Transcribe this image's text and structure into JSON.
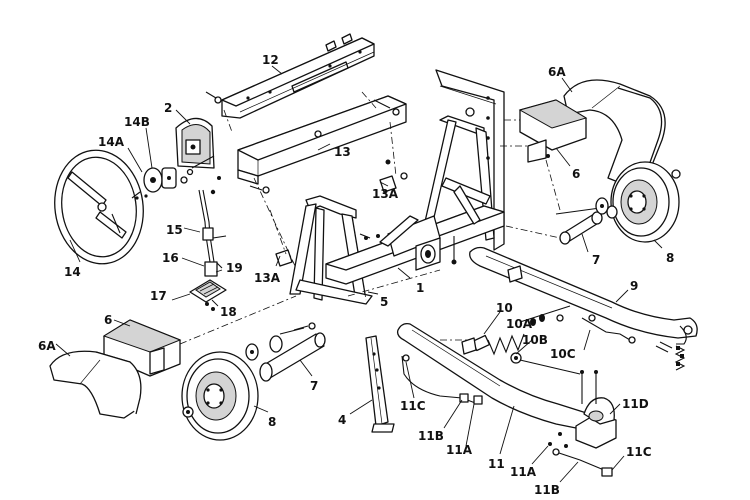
{
  "callouts": [
    {
      "id": "c2",
      "text": "2"
    },
    {
      "id": "c14b",
      "text": "14B"
    },
    {
      "id": "c14a",
      "text": "14A"
    },
    {
      "id": "c12",
      "text": "12"
    },
    {
      "id": "c13",
      "text": "13"
    },
    {
      "id": "c13a_top",
      "text": "13A"
    },
    {
      "id": "c13a_left",
      "text": "13A"
    },
    {
      "id": "c6a_top",
      "text": "6A"
    },
    {
      "id": "c6_right",
      "text": "6"
    },
    {
      "id": "c8_right",
      "text": "8"
    },
    {
      "id": "c7_right",
      "text": "7"
    },
    {
      "id": "c9",
      "text": "9"
    },
    {
      "id": "c1",
      "text": "1"
    },
    {
      "id": "c5",
      "text": "5"
    },
    {
      "id": "c14",
      "text": "14"
    },
    {
      "id": "c15",
      "text": "15"
    },
    {
      "id": "c16",
      "text": "16"
    },
    {
      "id": "c19",
      "text": "19"
    },
    {
      "id": "c17",
      "text": "17"
    },
    {
      "id": "c18",
      "text": "18"
    },
    {
      "id": "c6_left",
      "text": "6"
    },
    {
      "id": "c6a_left",
      "text": "6A"
    },
    {
      "id": "c7_left",
      "text": "7"
    },
    {
      "id": "c8_left",
      "text": "8"
    },
    {
      "id": "c4",
      "text": "4"
    },
    {
      "id": "c10",
      "text": "10"
    },
    {
      "id": "c10a",
      "text": "10A"
    },
    {
      "id": "c10b",
      "text": "10B"
    },
    {
      "id": "c10c",
      "text": "10C"
    },
    {
      "id": "c11",
      "text": "11"
    },
    {
      "id": "c11a_mid",
      "text": "11A"
    },
    {
      "id": "c11b_mid",
      "text": "11B"
    },
    {
      "id": "c11c_mid",
      "text": "11C"
    },
    {
      "id": "c11d",
      "text": "11D"
    },
    {
      "id": "c11a_low",
      "text": "11A"
    },
    {
      "id": "c11b_low",
      "text": "11B"
    },
    {
      "id": "c11c_low",
      "text": "11C"
    }
  ]
}
